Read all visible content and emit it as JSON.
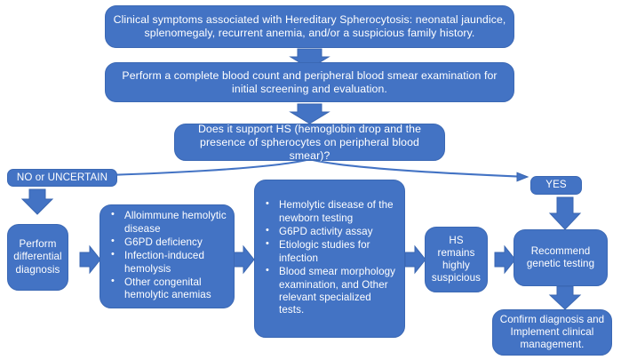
{
  "diagram": {
    "title": "Hereditary Spherocytosis diagnostic flowchart",
    "accent_color": "#4373c4",
    "border_color": "#3b68b4",
    "text_color": "#ffffff",
    "background_color": "#ffffff"
  },
  "nodes": {
    "symptoms": {
      "text": "Clinical symptoms associated with Hereditary Spherocytosis: neonatal jaundice, splenomegaly, recurrent anemia, and/or a suspicious family history."
    },
    "screening": {
      "text": "Perform a complete blood count and peripheral blood smear examination for initial screening and evaluation."
    },
    "decision": {
      "text": "Does it support HS (hemoglobin drop and the presence of spherocytes on peripheral blood smear)?"
    },
    "branch_no": {
      "label": "NO or UNCERTAIN"
    },
    "branch_yes": {
      "label": "YES"
    },
    "differential": {
      "text": "Perform differential diagnosis"
    },
    "differential_list": {
      "items": [
        "Alloimmune hemolytic disease",
        "G6PD deficiency",
        "Infection-induced hemolysis",
        "Other congenital hemolytic anemias"
      ]
    },
    "workup_list": {
      "items": [
        "Hemolytic disease of the newborn testing",
        "G6PD activity assay",
        "Etiologic studies for infection",
        "Blood smear morphology examination, and Other relevant specialized tests."
      ]
    },
    "hs_suspicious": {
      "text": "HS remains highly suspicious"
    },
    "genetic_testing": {
      "text": "Recommend genetic testing"
    },
    "confirm": {
      "text": "Confirm diagnosis and Implement clinical management."
    }
  },
  "connectors": [
    {
      "name": "symptoms-to-screening",
      "type": "block-arrow-down"
    },
    {
      "name": "screening-to-decision",
      "type": "block-arrow-down"
    },
    {
      "name": "decision-to-no",
      "type": "curved-arrow-left"
    },
    {
      "name": "decision-to-yes",
      "type": "curved-arrow-right"
    },
    {
      "name": "no-to-differential",
      "type": "block-arrow-down"
    },
    {
      "name": "differential-to-list",
      "type": "block-arrow-right"
    },
    {
      "name": "list-to-workup",
      "type": "block-arrow-right"
    },
    {
      "name": "workup-to-hs",
      "type": "block-arrow-right"
    },
    {
      "name": "hs-to-genetic",
      "type": "block-arrow-right"
    },
    {
      "name": "yes-to-genetic",
      "type": "block-arrow-down"
    },
    {
      "name": "genetic-to-confirm",
      "type": "block-arrow-down"
    }
  ]
}
